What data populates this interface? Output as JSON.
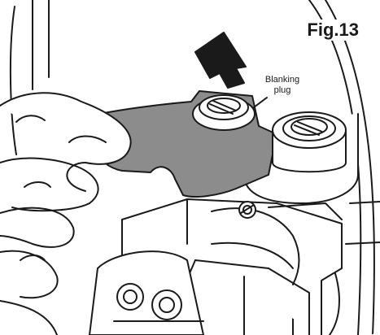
{
  "figure": {
    "title": "Fig.13",
    "callout_line1": "Blanking",
    "callout_line2": "plug"
  },
  "colors": {
    "line": "#1a1a1a",
    "tool_fill": "#8c8c8c",
    "body_fill": "#ffffff"
  },
  "icons": {
    "direction_arrow": "up-right-arrow-icon"
  }
}
